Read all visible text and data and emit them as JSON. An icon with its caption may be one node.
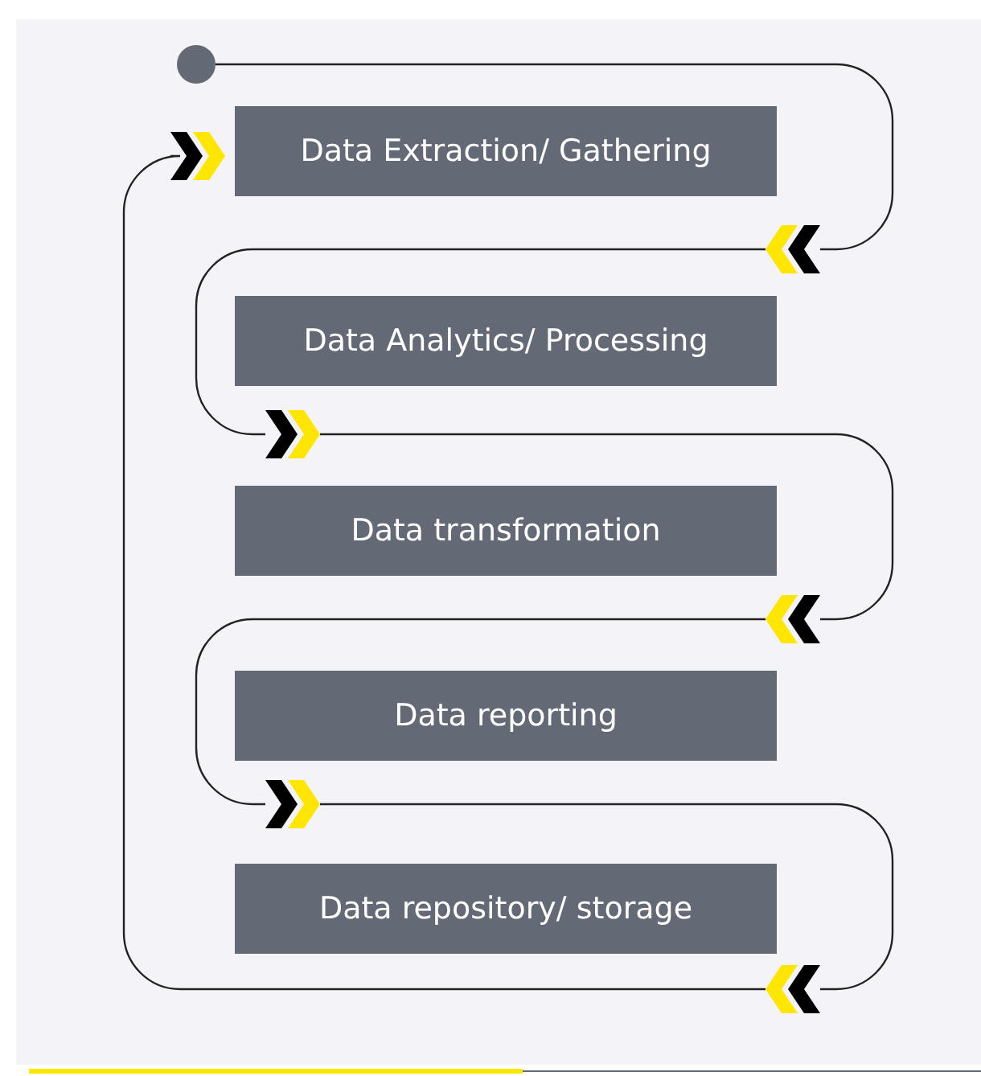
{
  "diagram": {
    "nodes": [
      {
        "text": [],
        "shape": "circle"
      },
      {
        "text": [],
        "shape": "chevron"
      },
      {
        "text": [
          "Data Extraction/ Gathering"
        ]
      },
      {
        "text": [],
        "shape": "chevron"
      },
      {
        "text": [
          "Data Analytics/ Processing"
        ]
      },
      {
        "text": [],
        "shape": "chevron"
      },
      {
        "text": [
          "Data transformation"
        ]
      },
      {
        "text": [],
        "shape": "chevron"
      },
      {
        "text": [
          "Data reporting"
        ]
      },
      {
        "text": [],
        "shape": "chevron"
      },
      {
        "text": [
          "Data repository/ storage"
        ]
      },
      {
        "text": [],
        "shape": "chevron"
      }
    ],
    "edges": [
      {
        "from": 0,
        "to": 3,
        "arrow": "none"
      },
      {
        "from": 3,
        "to": 5,
        "arrow": "none"
      },
      {
        "from": 5,
        "to": 7,
        "arrow": "none"
      },
      {
        "from": 7,
        "to": 9,
        "arrow": "none"
      },
      {
        "from": 9,
        "to": 11,
        "arrow": "none"
      },
      {
        "from": 11,
        "to": 1,
        "arrow": "none"
      }
    ]
  }
}
